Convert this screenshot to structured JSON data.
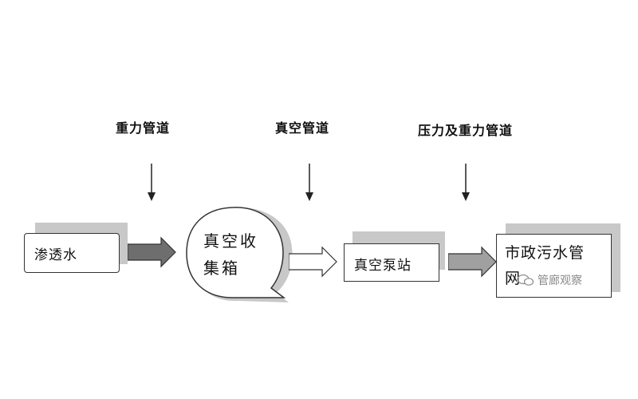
{
  "labels": {
    "gravity_pipe": "重力管道",
    "vacuum_pipe": "真空管道",
    "pressure_gravity_pipe": "压力及重力管道"
  },
  "nodes": {
    "seepage_water": "渗透水",
    "collection_tank_line1": "真空收",
    "collection_tank_line2": "集箱",
    "vacuum_pump_station": "真空泵站",
    "municipal_sewer_line1": "市政污水管",
    "municipal_sewer_line2": "网"
  },
  "watermark": {
    "text": "管廊观察",
    "icon": "wechat-icon"
  },
  "colors": {
    "shadow": "#c8c8c8",
    "arrow_dark": "#6e6e6e",
    "arrow_light": "#a0a0a0",
    "outline": "#333333"
  }
}
